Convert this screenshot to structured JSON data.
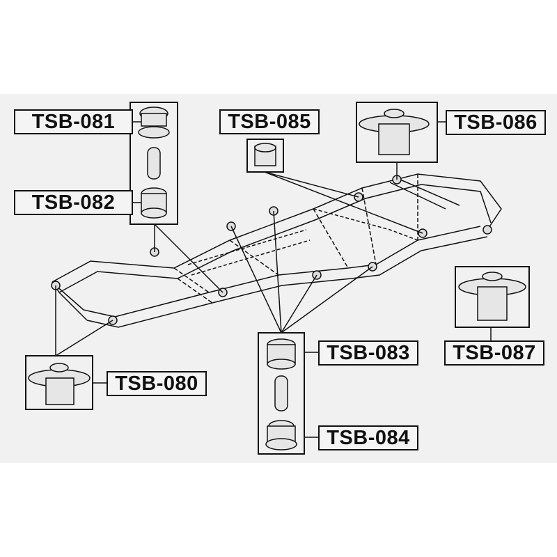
{
  "labels": {
    "tsb081": "TSB-081",
    "tsb082": "TSB-082",
    "tsb085": "TSB-085",
    "tsb086": "TSB-086",
    "tsb087": "TSB-087",
    "tsb083": "TSB-083",
    "tsb084": "TSB-084",
    "tsb080": "TSB-080"
  },
  "colors": {
    "line": "#111111",
    "background": "#f1f1f1"
  }
}
